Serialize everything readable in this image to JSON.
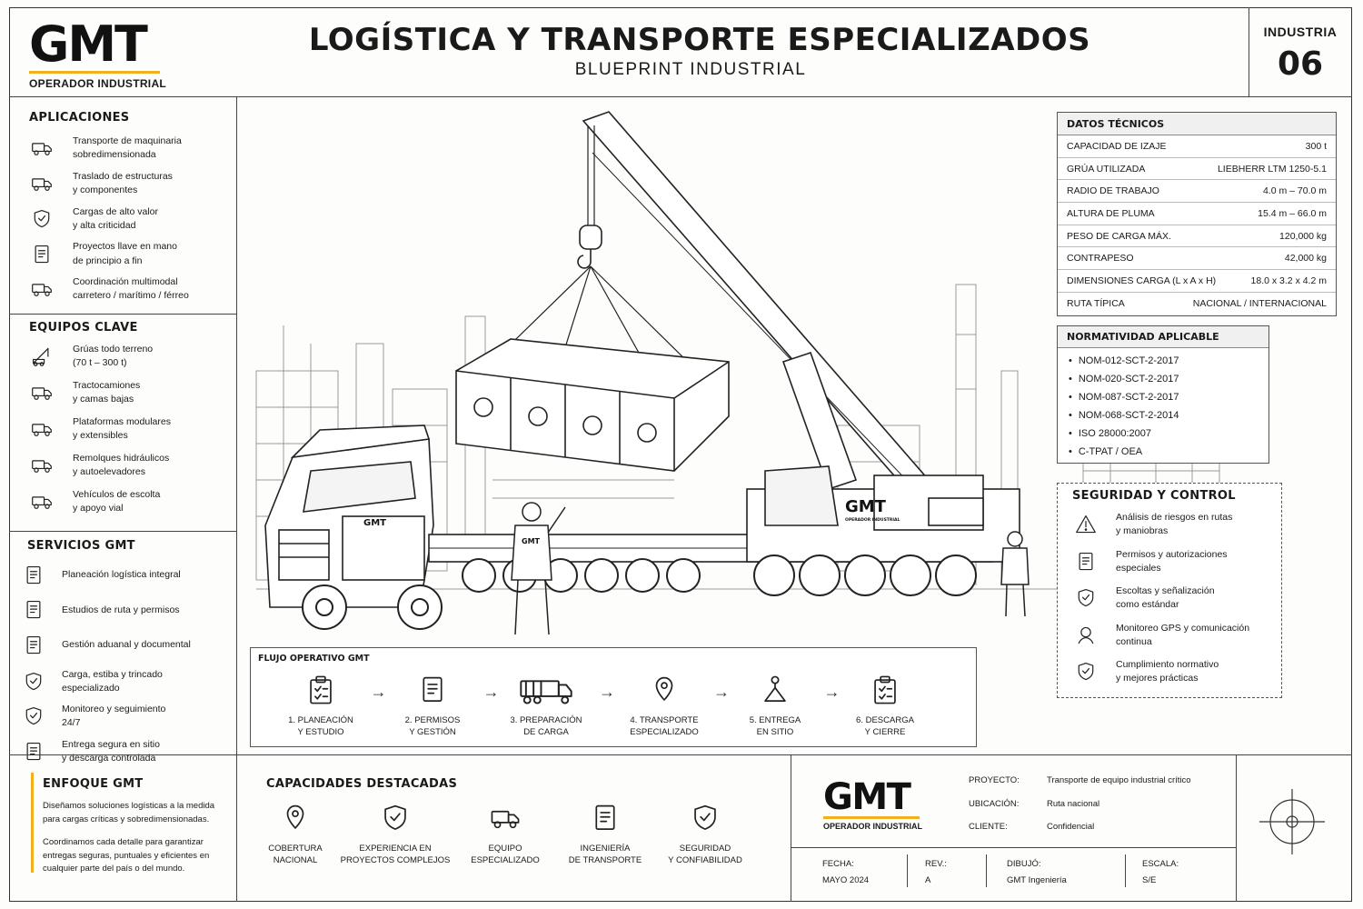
{
  "header": {
    "logo": "GMT",
    "logo_sub": "OPERADOR INDUSTRIAL",
    "title": "LOGÍSTICA Y TRANSPORTE ESPECIALIZADOS",
    "subtitle": "BLUEPRINT INDUSTRIAL",
    "industry_label": "INDUSTRIA",
    "industry_number": "06"
  },
  "aplicaciones": {
    "title": "APLICACIONES",
    "items": [
      {
        "icon": "truck-icon",
        "text": "Transporte de maquinaria\nsobredimensionada"
      },
      {
        "icon": "truck-structure-icon",
        "text": "Traslado de estructuras\ny componentes"
      },
      {
        "icon": "shield-icon",
        "text": "Cargas de alto valor\ny alta criticidad"
      },
      {
        "icon": "handshake-icon",
        "text": "Proyectos llave en mano\nde principio a fin"
      },
      {
        "icon": "multimodal-icon",
        "text": "Coordinación multimodal\ncarretero / marítimo / férreo"
      }
    ]
  },
  "equipos": {
    "title": "EQUIPOS CLAVE",
    "items": [
      {
        "icon": "crane-icon",
        "text": "Grúas todo terreno\n(70 t – 300 t)"
      },
      {
        "icon": "tractor-truck-icon",
        "text": "Tractocamiones\ny camas bajas"
      },
      {
        "icon": "platform-icon",
        "text": "Plataformas modulares\ny extensibles"
      },
      {
        "icon": "trailer-icon",
        "text": "Remolques hidráulicos\ny autoelevadores"
      },
      {
        "icon": "escort-vehicle-icon",
        "text": "Vehículos de escolta\ny apoyo vial"
      }
    ]
  },
  "servicios": {
    "title": "SERVICIOS GMT",
    "items": [
      {
        "icon": "planning-icon",
        "text": "Planeación logística integral"
      },
      {
        "icon": "route-doc-icon",
        "text": "Estudios de ruta y permisos"
      },
      {
        "icon": "customs-icon",
        "text": "Gestión aduanal y documental"
      },
      {
        "icon": "cargo-icon",
        "text": "Carga, estiba y trincado\nespecializado"
      },
      {
        "icon": "monitor-icon",
        "text": "Monitoreo y seguimiento\n24/7"
      },
      {
        "icon": "delivery-icon",
        "text": "Entrega segura en sitio\ny descarga controlada"
      }
    ]
  },
  "datos_tecnicos": {
    "title": "DATOS TÉCNICOS",
    "rows": [
      {
        "label": "CAPACIDAD DE IZAJE",
        "value": "300 t"
      },
      {
        "label": "GRÚA UTILIZADA",
        "value": "LIEBHERR LTM 1250-5.1"
      },
      {
        "label": "RADIO DE TRABAJO",
        "value": "4.0 m – 70.0 m"
      },
      {
        "label": "ALTURA DE PLUMA",
        "value": "15.4 m – 66.0 m"
      },
      {
        "label": "PESO DE CARGA MÁX.",
        "value": "120,000 kg"
      },
      {
        "label": "CONTRAPESO",
        "value": "42,000 kg"
      },
      {
        "label": "DIMENSIONES CARGA (L x A x H)",
        "value": "18.0 x 3.2 x 4.2 m"
      },
      {
        "label": "RUTA TÍPICA",
        "value": "NACIONAL / INTERNACIONAL"
      }
    ]
  },
  "normatividad": {
    "title": "NORMATIVIDAD APLICABLE",
    "items": [
      "NOM-012-SCT-2-2017",
      "NOM-020-SCT-2-2017",
      "NOM-087-SCT-2-2017",
      "NOM-068-SCT-2-2014",
      "ISO 28000:2007",
      "C-TPAT / OEA"
    ]
  },
  "seguridad": {
    "title": "SEGURIDAD Y CONTROL",
    "items": [
      {
        "icon": "warning-icon",
        "text": "Análisis de riesgos en rutas\ny maniobras"
      },
      {
        "icon": "lock-doc-icon",
        "text": "Permisos y autorizaciones\nespeciales"
      },
      {
        "icon": "shield-check-icon",
        "text": "Escoltas y señalización\ncomo estándar"
      },
      {
        "icon": "gps-icon",
        "text": "Monitoreo GPS y comunicación\ncontinua"
      },
      {
        "icon": "check-shield-icon",
        "text": "Cumplimiento normativo\ny mejores prácticas"
      }
    ]
  },
  "flujo": {
    "title": "FLUJO OPERATIVO GMT",
    "steps": [
      {
        "icon": "clipboard-icon",
        "label": "1. PLANEACIÓN\nY ESTUDIO"
      },
      {
        "icon": "document-check-icon",
        "label": "2. PERMISOS\nY GESTIÓN"
      },
      {
        "icon": "lowbed-truck-icon",
        "label": "3. PREPARACIÓN\nDE CARGA"
      },
      {
        "icon": "map-pin-icon",
        "label": "4. TRANSPORTE\nESPECIALIZADO"
      },
      {
        "icon": "hook-icon",
        "label": "5. ENTREGA\nEN SITIO"
      },
      {
        "icon": "checklist-icon",
        "label": "6. DESCARGA\nY CIERRE"
      }
    ]
  },
  "illustration": {
    "truck_logo": "GMT",
    "crane_logo": "GMT",
    "crane_logo_sub": "OPERADOR INDUSTRIAL",
    "vest_text": "GMT"
  },
  "enfoque": {
    "title": "ENFOQUE GMT",
    "p1": "Diseñamos soluciones logísticas a la medida para cargas críticas y sobredimensionadas.",
    "p2": "Coordinamos cada detalle para garantizar entregas seguras, puntuales y eficientes en cualquier parte del país o del mundo."
  },
  "capacidades": {
    "title": "CAPACIDADES DESTACADAS",
    "items": [
      {
        "icon": "location-shield-icon",
        "label": "COBERTURA\nNACIONAL"
      },
      {
        "icon": "shield-badge-icon",
        "label": "EXPERIENCIA EN\nPROYECTOS COMPLEJOS"
      },
      {
        "icon": "equipment-truck-icon",
        "label": "EQUIPO\nESPECIALIZADO"
      },
      {
        "icon": "engineering-doc-icon",
        "label": "INGENIERÍA\nDE TRANSPORTE"
      },
      {
        "icon": "reliability-shield-icon",
        "label": "SEGURIDAD\nY CONFIABILIDAD"
      }
    ]
  },
  "title_block": {
    "logo": "GMT",
    "logo_sub": "OPERADOR INDUSTRIAL",
    "proyecto_label": "PROYECTO:",
    "proyecto": "Transporte de equipo industrial crítico",
    "ubicacion_label": "UBICACIÓN:",
    "ubicacion": "Ruta nacional",
    "cliente_label": "CLIENTE:",
    "cliente": "Confidencial",
    "fecha_label": "FECHA:",
    "fecha": "MAYO 2024",
    "rev_label": "REV.:",
    "rev": "A",
    "dibujo_label": "DIBUJÓ:",
    "dibujo": "GMT Ingeniería",
    "escala_label": "ESCALA:",
    "escala": "S/E"
  },
  "colors": {
    "accent": "#f2b01e",
    "ink": "#1a1a1a",
    "line": "#444444"
  }
}
